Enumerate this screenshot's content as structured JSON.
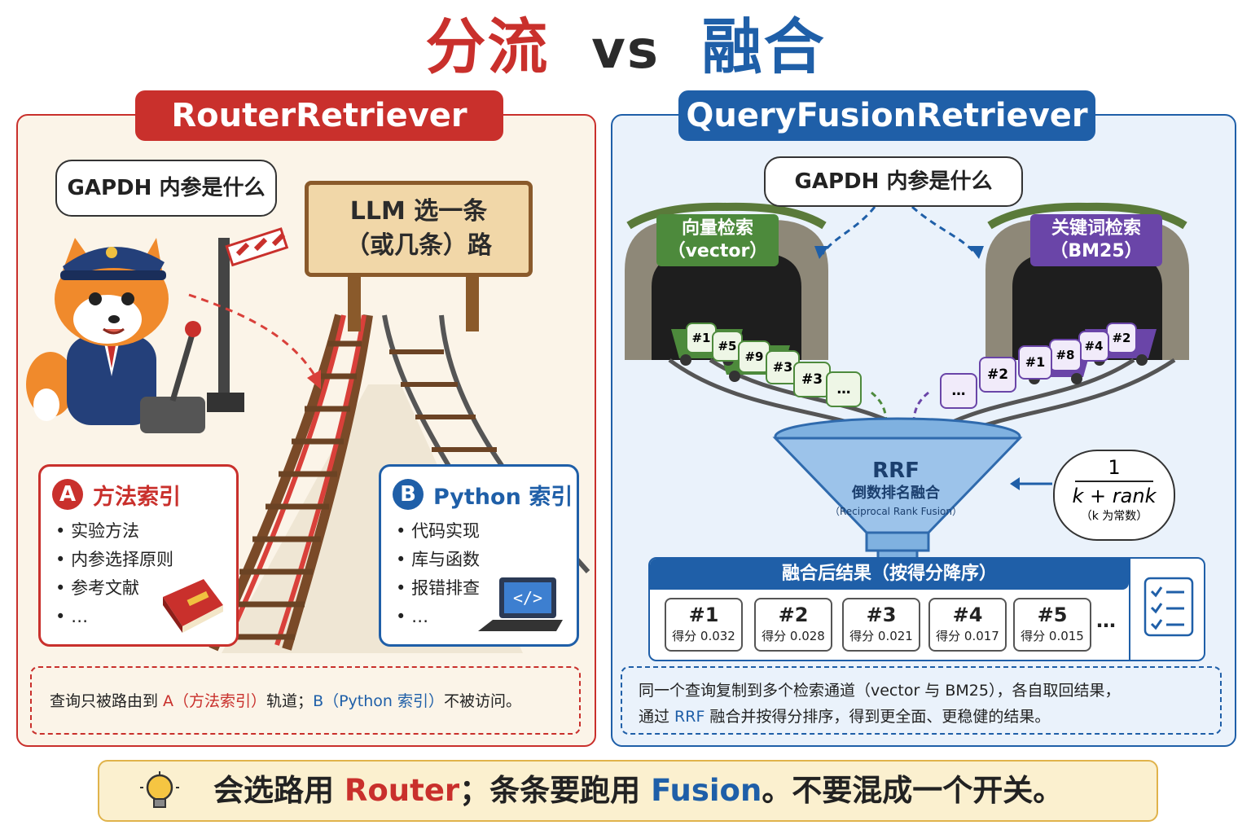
{
  "title": {
    "left": "分流",
    "mid": "vs",
    "right": "融合"
  },
  "router": {
    "tab": "RouterRetriever",
    "question": "GAPDH 内参是什么",
    "sign_line1": "LLM 选一条",
    "sign_line2": "（或几条）路",
    "card_a": {
      "badge": "A",
      "title": "方法索引",
      "items": [
        "实验方法",
        "内参选择原则",
        "参考文献",
        "…"
      ]
    },
    "card_b": {
      "badge": "B",
      "title": "Python 索引",
      "items": [
        "代码实现",
        "库与函数",
        "报错排查",
        "…"
      ]
    },
    "note": {
      "p1": "查询只被路由到 ",
      "p2": "A（方法索引）",
      "p3": "轨道；",
      "p4": "B（Python 索引）",
      "p5": "不被访问。"
    }
  },
  "fusion": {
    "tab": "QueryFusionRetriever",
    "question": "GAPDH 内参是什么",
    "vector_label1": "向量检索",
    "vector_label2": "（vector）",
    "bm25_label1": "关键词检索",
    "bm25_label2": "（BM25）",
    "vector_cards": [
      "#1",
      "#5",
      "#9",
      "#3",
      "#3",
      "…"
    ],
    "bm25_cards": [
      "#2",
      "#4",
      "#8",
      "#1",
      "#2",
      "…"
    ],
    "funnel_title": "RRF",
    "funnel_sub": "倒数排名融合",
    "funnel_en": "（Reciprocal Rank Fusion）",
    "formula_num": "1",
    "formula_den": "k + rank",
    "formula_note": "（k 为常数）",
    "results_header": "融合后结果（按得分降序）",
    "results": [
      {
        "rank": "#1",
        "score": "得分 0.032"
      },
      {
        "rank": "#2",
        "score": "得分 0.028"
      },
      {
        "rank": "#3",
        "score": "得分 0.021"
      },
      {
        "rank": "#4",
        "score": "得分 0.017"
      },
      {
        "rank": "#5",
        "score": "得分 0.015"
      }
    ],
    "results_more": "…",
    "note_line1": "同一个查询复制到多个检索通道（vector 与 BM25），各自取回结果，",
    "note_line2_a": "通过 ",
    "note_line2_b": "RRF",
    "note_line2_c": " 融合并按得分排序，得到更全面、更稳健的结果。"
  },
  "bottom": {
    "p1": "会选路用 ",
    "p2": "Router",
    "p3": "；条条要跑用 ",
    "p4": "Fusion",
    "p5": "。不要混成一个开关。"
  },
  "colors": {
    "red": "#c9302c",
    "blue": "#1f5fa8",
    "green": "#4d8a3c",
    "purple": "#6a45a8",
    "wood": "#8a5a2b"
  }
}
